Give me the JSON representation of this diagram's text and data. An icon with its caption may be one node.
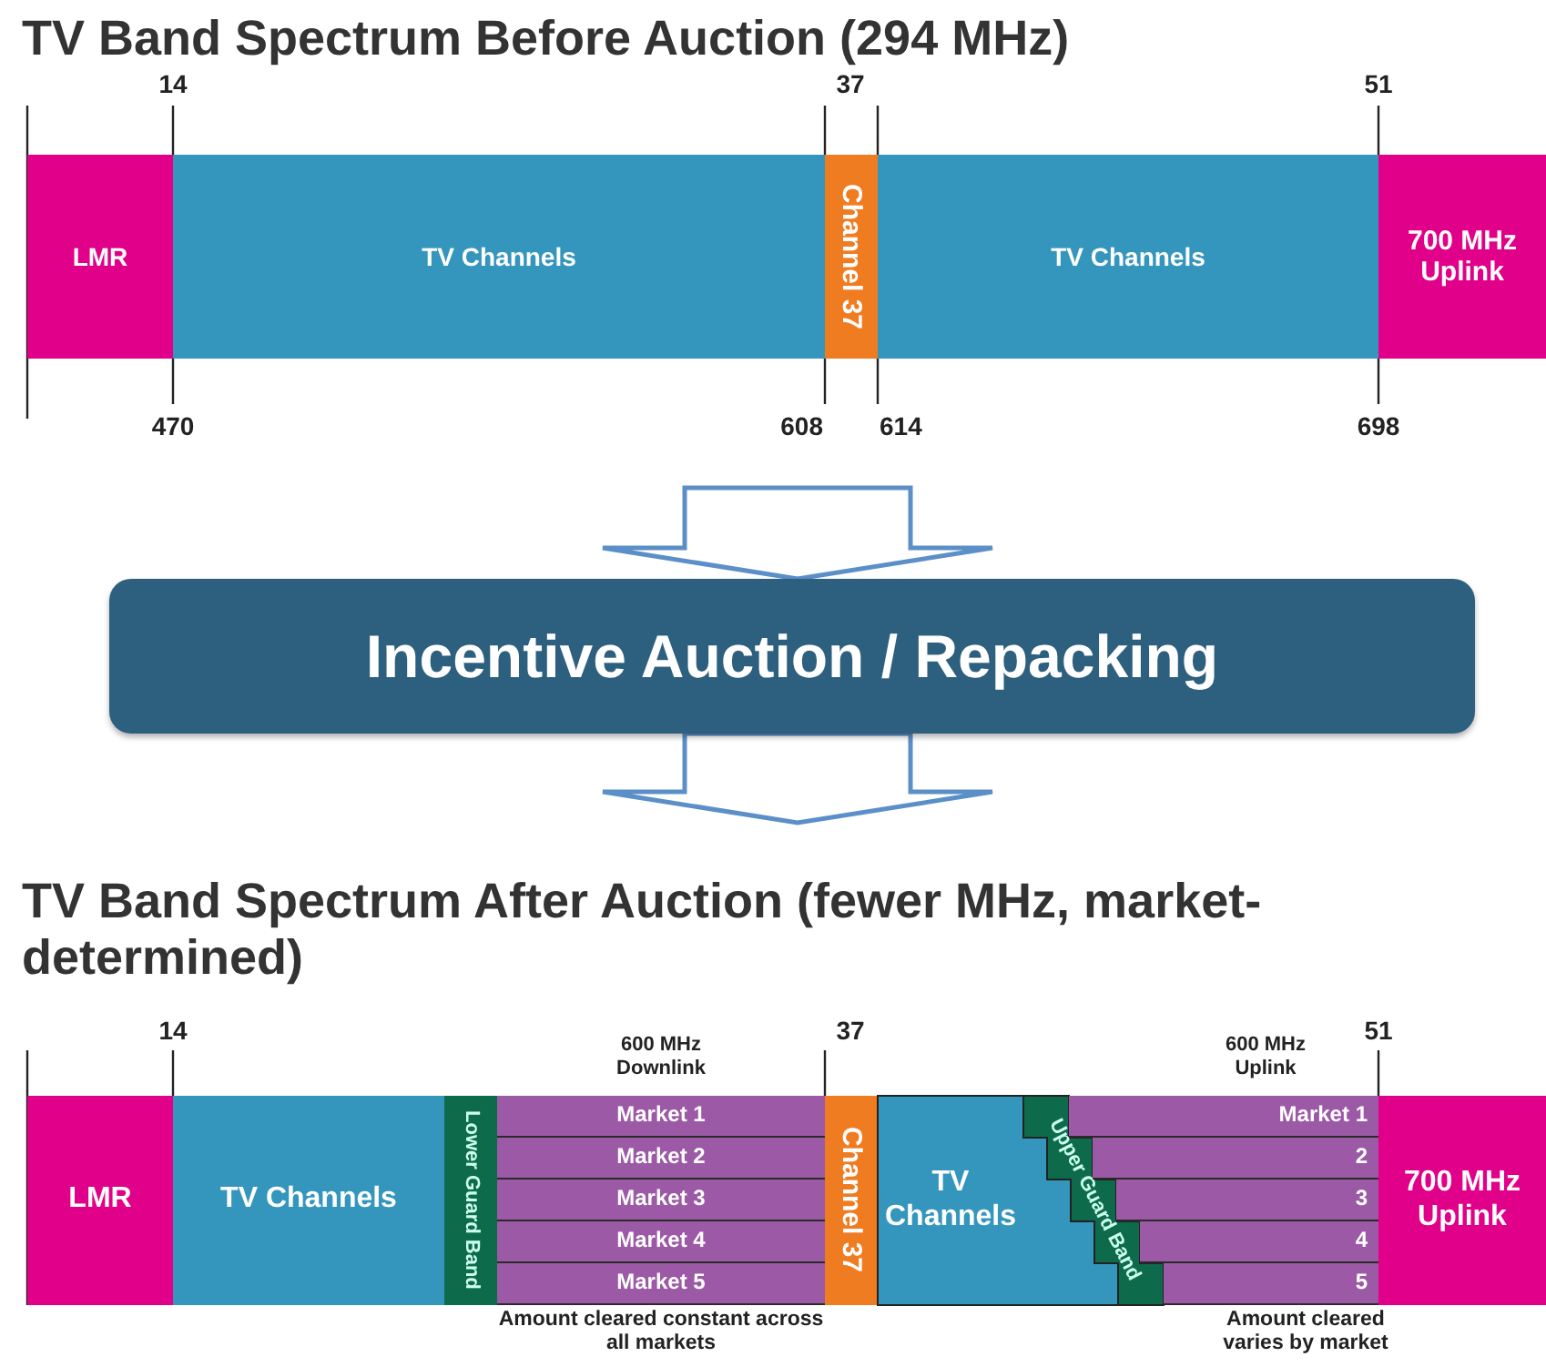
{
  "diagram": {
    "title": "TV Band Spectrum Before Auction (294 MHz)",
    "nodes": [
      {
        "text": [
          "LMR"
        ]
      },
      {
        "text": [
          "TV Channels"
        ]
      },
      {
        "text": [
          "Channel 37"
        ]
      },
      {
        "text": [
          "TV Channels"
        ]
      },
      {
        "text": [
          "700 MHz Uplink"
        ]
      },
      {
        "text": [
          "Incentive Auction / Repacking"
        ]
      },
      {
        "text": [
          "LMR"
        ]
      },
      {
        "text": [
          "TV Channels"
        ]
      },
      {
        "text": [
          "Lower Guard Band"
        ]
      },
      {
        "text": [
          "Market 1"
        ]
      },
      {
        "text": [
          "Market 2"
        ]
      },
      {
        "text": [
          "Market 3"
        ]
      },
      {
        "text": [
          "Market 4"
        ]
      },
      {
        "text": [
          "Market 5"
        ]
      },
      {
        "text": [
          "Channel 37"
        ]
      },
      {
        "text": [
          "TV Channels"
        ]
      },
      {
        "text": [
          "Upper Guard Band"
        ]
      },
      {
        "text": [
          "Market 1"
        ]
      },
      {
        "text": [
          "2"
        ]
      },
      {
        "text": [
          "3"
        ]
      },
      {
        "text": [
          "4"
        ]
      },
      {
        "text": [
          "5"
        ]
      },
      {
        "text": [
          "700 MHz Uplink"
        ]
      }
    ],
    "edges": [
      {
        "from": null,
        "to": 5,
        "arrow": "to"
      },
      {
        "from": 5,
        "to": null,
        "arrow": "to"
      }
    ],
    "labels": [
      "14",
      "37",
      "51",
      "470",
      "608",
      "614",
      "698",
      "TV Band Spectrum After Auction (fewer MHz, market-determined)",
      "14",
      "37",
      "600 MHz Downlink",
      "600 MHz Uplink",
      "51",
      "Amount cleared constant across all markets",
      "Amount cleared varies by market"
    ]
  }
}
